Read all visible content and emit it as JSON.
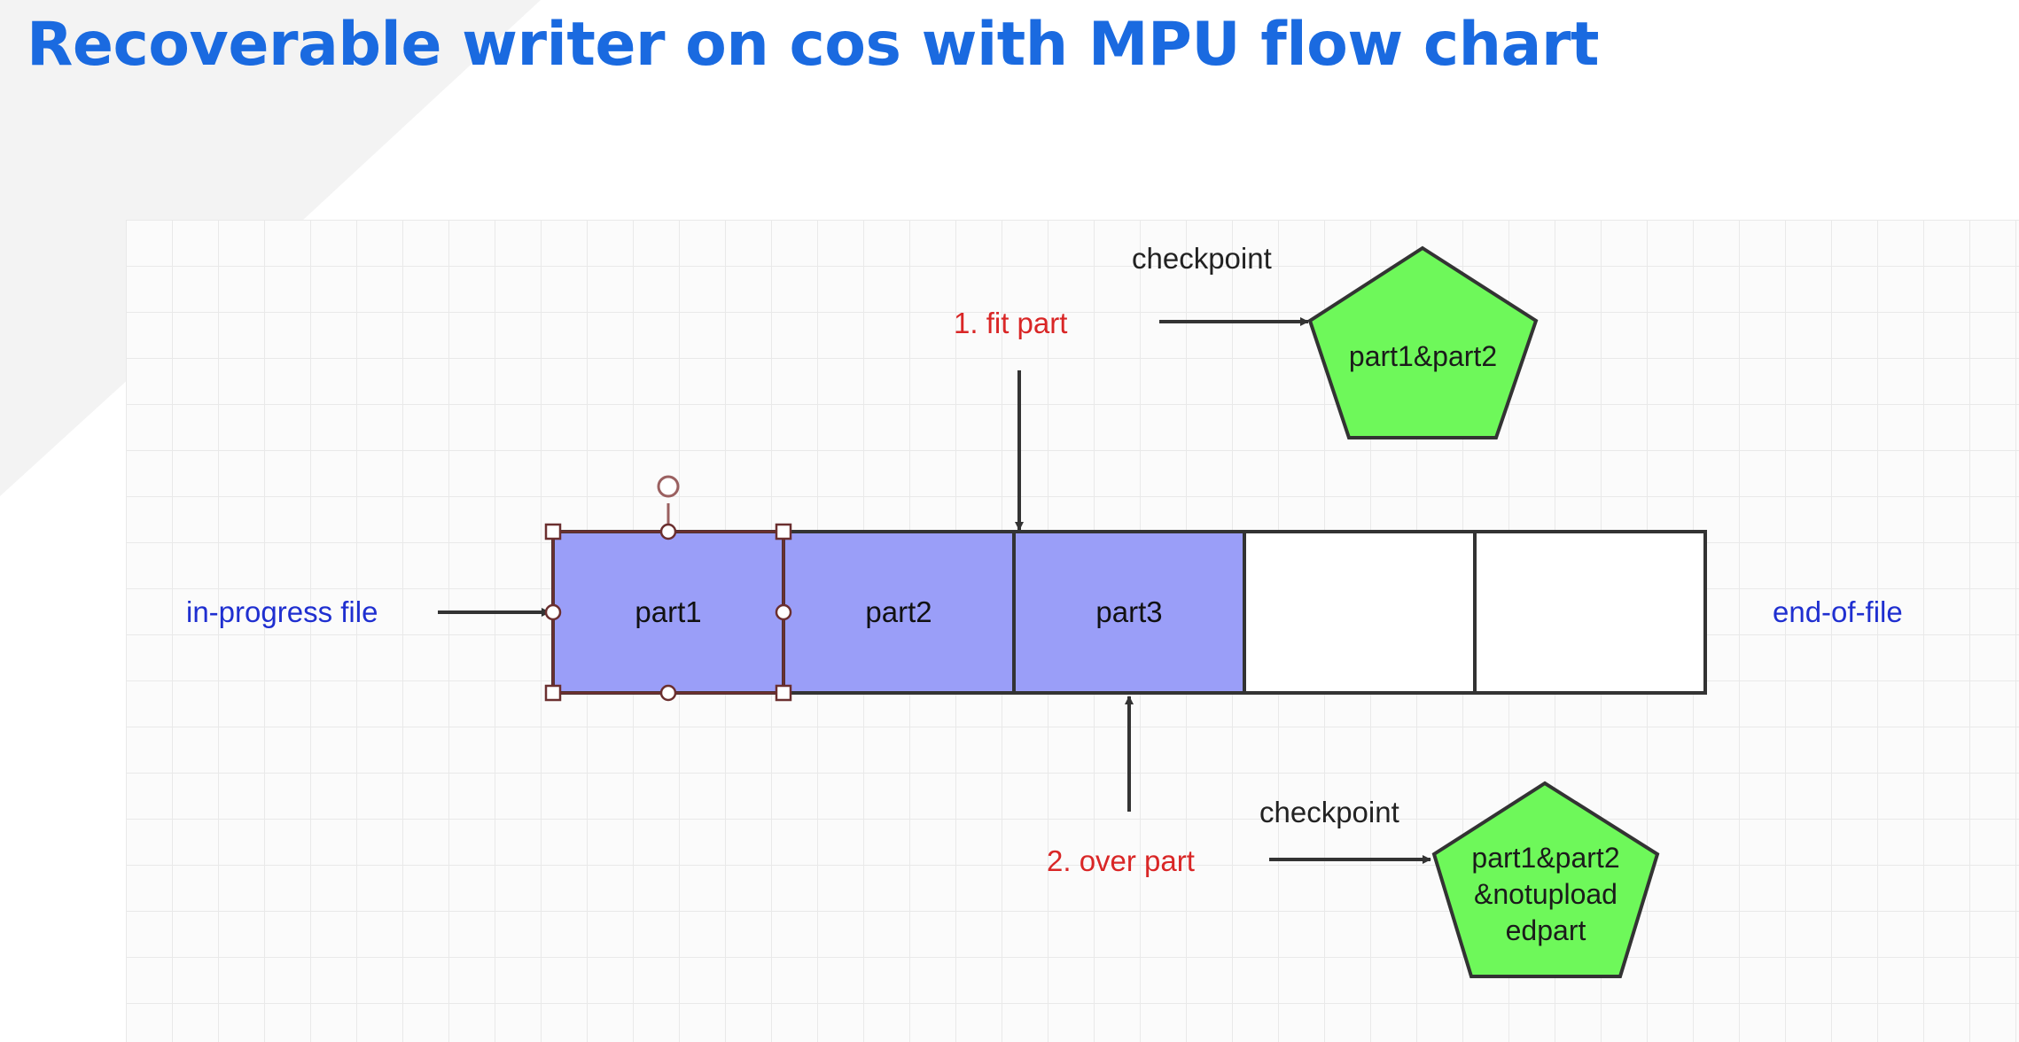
{
  "title": "Recoverable writer on cos with MPU flow chart",
  "diagram": {
    "left_label": "in-progress file",
    "right_label": "end-of-file",
    "parts": [
      "part1",
      "part2",
      "part3",
      "",
      ""
    ],
    "step1": {
      "label": "1. fit part",
      "checkpoint_label": "checkpoint",
      "checkpoint_content": "part1&part2"
    },
    "step2": {
      "label": "2. over part",
      "checkpoint_label": "checkpoint",
      "checkpoint_content": "part1&part2\n&notupload\nedpart"
    }
  },
  "colors": {
    "title": "#1a6ae0",
    "filled_part": "#9a9ef8",
    "checkpoint_fill": "#6ef85a",
    "blue_label": "#1f2fd0",
    "red_label": "#d92626"
  }
}
